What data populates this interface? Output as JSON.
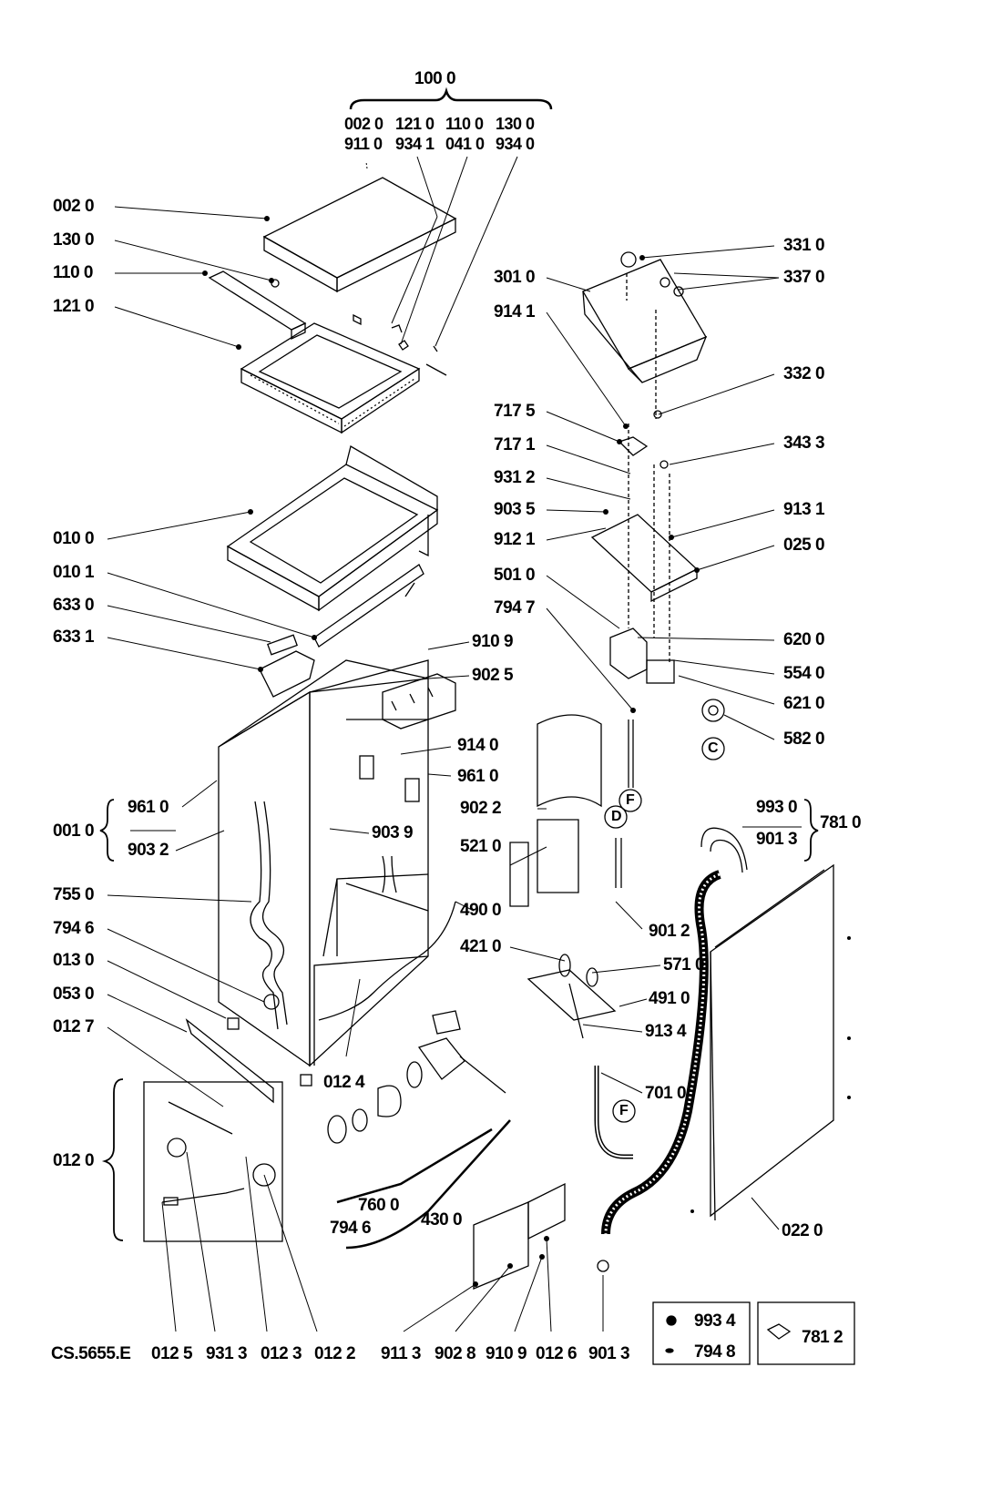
{
  "diagram_code": "CS.5655.E",
  "labels": {
    "p100_0": "100 0",
    "g002_0": "002 0",
    "g911_0": "911 0",
    "g121_0": "121 0",
    "g934_1": "934 1",
    "g110_0": "110 0",
    "g041_0": "041 0",
    "g130_0": "130 0",
    "g934_0": "934 0",
    "l002_0": "002 0",
    "l130_0": "130 0",
    "l110_0": "110 0",
    "l121_0": "121 0",
    "l010_0": "010 0",
    "l010_1": "010 1",
    "l633_0": "633 0",
    "l633_1": "633 1",
    "l910_9a": "910 9",
    "l902_5": "902 5",
    "l914_0": "914 0",
    "l961_0a": "961 0",
    "l001_0": "001 0",
    "l961_0b": "961 0",
    "l903_2": "903 2",
    "l903_9": "903 9",
    "l755_0": "755 0",
    "l794_6a": "794 6",
    "l013_0": "013 0",
    "l053_0": "053 0",
    "l012_7": "012 7",
    "l012_0": "012 0",
    "l012_4": "012 4",
    "l760_0": "760 0",
    "l794_6b": "794 6",
    "l430_0": "430 0",
    "l012_5": "012 5",
    "l931_3": "931 3",
    "l012_3": "012 3",
    "l012_2": "012 2",
    "l911_3": "911 3",
    "l902_8": "902 8",
    "l910_9b": "910 9",
    "l012_6": "012 6",
    "l901_3b": "901 3",
    "l331_0": "331 0",
    "l337_0": "337 0",
    "l301_0": "301 0",
    "l914_1": "914 1",
    "l332_0": "332 0",
    "l717_5": "717 5",
    "l717_1": "717 1",
    "l343_3": "343 3",
    "l931_2": "931 2",
    "l903_5": "903 5",
    "l913_1": "913 1",
    "l912_1": "912 1",
    "l025_0": "025 0",
    "l501_0": "501 0",
    "l794_7": "794 7",
    "l620_0": "620 0",
    "l554_0": "554 0",
    "l621_0": "621 0",
    "l582_0": "582 0",
    "l902_2": "902 2",
    "l521_0": "521 0",
    "l490_0": "490 0",
    "l993_0": "993 0",
    "l901_3a": "901 3",
    "l781_0": "781 0",
    "l901_2": "901 2",
    "l421_0": "421 0",
    "l571_0": "571 0",
    "l491_0": "491 0",
    "l913_4": "913 4",
    "l701_0": "701 0",
    "l022_0": "022 0",
    "l993_4": "993 4",
    "l794_8": "794 8",
    "l781_2": "781 2"
  },
  "connectors": {
    "C": "C",
    "D": "D",
    "F1": "F",
    "F2": "F"
  }
}
